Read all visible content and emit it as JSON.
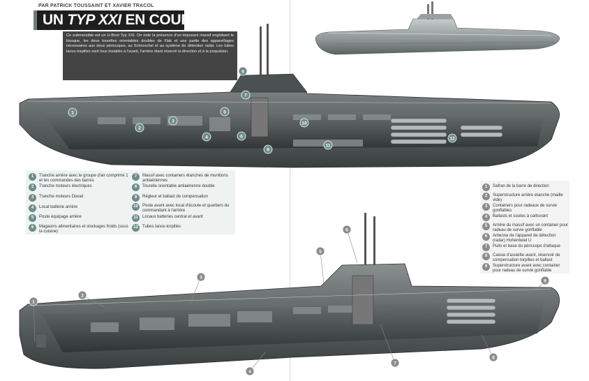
{
  "byline": "PAR PATRICK TOUSSAINT ET XAVIER TRACOL",
  "title": {
    "prefix": "UN ",
    "model": "TYP XXI",
    "suffix": " EN COUPE"
  },
  "intro": "Ce submersible est un U-Boot Typ XXI. On note la présence d'un imposant massif englobant le kiosque, les deux tourelles orientables doubles de Flak et une partie des appareillages nécessaires aux deux périscopes, au Schnorchel et au système de détection radar. Les tubes lance-torpilles sont tous installés à l'avant, l'arrière étant réservé la direction et à la propulsion.",
  "legend_top": [
    {
      "n": "1",
      "text": "Tranche arrière avec le groupe d'air comprimé 1 et les commandes des barres"
    },
    {
      "n": "2",
      "text": "Tranche moteurs électriques"
    },
    {
      "n": "3",
      "text": "Tranche moteurs Diesel"
    },
    {
      "n": "4",
      "text": "Local batterie arrière"
    },
    {
      "n": "5",
      "text": "Poste équipage arrière"
    },
    {
      "n": "6",
      "text": "Magasins alimentaires et stockages froids (sous la cuisine)"
    },
    {
      "n": "7",
      "text": "Massif avec containers étanches de munitions antiaériennes"
    },
    {
      "n": "8",
      "text": "Tourelle orientable antiaérienne double"
    },
    {
      "n": "9",
      "text": "Régleur et ballast de compensation"
    },
    {
      "n": "10",
      "text": "Poste avant avec local d'écoute et quartiers du commandant à l'arrière"
    },
    {
      "n": "11",
      "text": "Locaux batteries central et avant"
    },
    {
      "n": "12",
      "text": "Tubes lance-torpilles"
    }
  ],
  "legend_bottom": [
    {
      "n": "1",
      "text": "Safran de la barre de direction"
    },
    {
      "n": "2",
      "text": "Superstructure arrière étanche (maille vide)"
    },
    {
      "n": "3",
      "text": "Containers pour radeaux de survie gonflables"
    },
    {
      "n": "4",
      "text": "Ballasts et soutes à carburant"
    },
    {
      "n": "5",
      "text": "Arrière du massif avec un container pour radeau de survie gonflable"
    },
    {
      "n": "6",
      "text": "Antenne de l'appareil de détection (radar) Hohentwiel U"
    },
    {
      "n": "7",
      "text": "Puits et base du périscope d'attaque"
    },
    {
      "n": "8",
      "text": "Caisse d'assiette avant, réservoir de compensation torpilles et ballast"
    },
    {
      "n": "9",
      "text": "Superstructure avant avec container pour radeau de survie gonflable"
    }
  ],
  "diagram_labels_top": [
    "1",
    "2",
    "3",
    "4",
    "5",
    "6",
    "7",
    "8",
    "9",
    "10",
    "11",
    "12"
  ],
  "diagram_labels_bottom": [
    "1",
    "2",
    "3",
    "4",
    "5",
    "6",
    "7",
    "8",
    "9"
  ]
}
